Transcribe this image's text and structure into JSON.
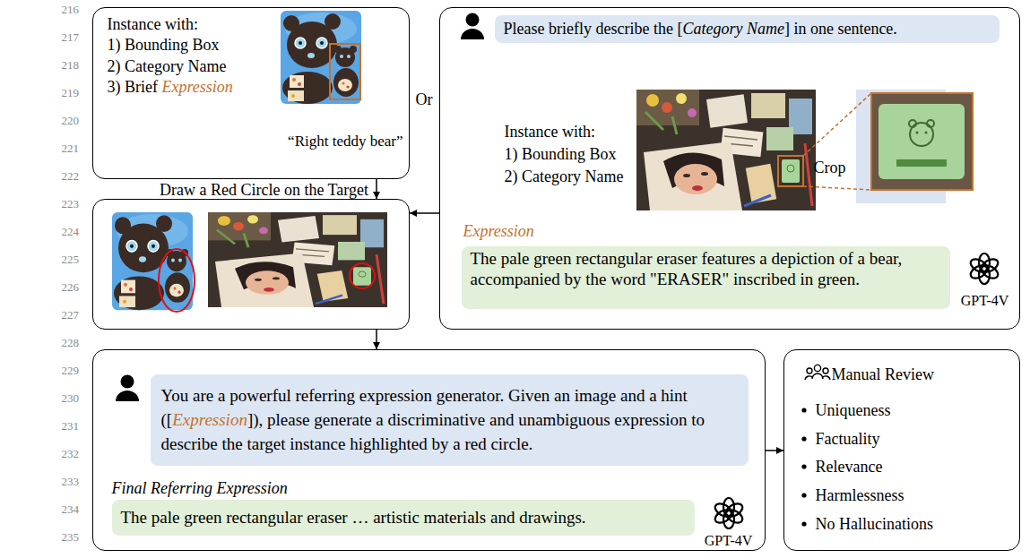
{
  "diagram": {
    "nodes": [
      {
        "text": [
          "Instance with:",
          "1) Bounding Box",
          "2) Category Name",
          "3) Brief",
          "Expression",
          "“Right teddy bear”"
        ]
      },
      {
        "text": [
          "Instance with:",
          "1) Bounding Box",
          "2) Category Name",
          "Crop",
          "Expression",
          "GPT-4V"
        ]
      },
      {
        "text": [
          "Please briefly describe the [",
          "Category Name",
          "] in one sentence."
        ],
        "in": 1
      },
      {
        "text": [
          "The pale green rectangular eraser features a depiction of a bear, accompanied by the word \"ERASER\" inscribed in green."
        ],
        "in": 1
      },
      {
        "text": []
      },
      {
        "text": [
          "Final Referring Expression",
          "GPT-4V"
        ]
      },
      {
        "text": [
          "You are a powerful referring expression generator. Given an image and a hint ([",
          "Expression",
          "]), please generate a discriminative and unambiguous expression to describe the target instance highlighted by a red circle."
        ],
        "in": 5
      },
      {
        "text": [
          "The pale green rectangular eraser … artistic materials and drawings."
        ],
        "in": 5
      },
      {
        "text": [
          "Manual Review",
          "Uniqueness",
          "Factuality",
          "Relevance",
          "Harmlessness",
          "No Hallucinations"
        ]
      }
    ],
    "edges": [
      {
        "from": 0,
        "to": 4,
        "label": "Draw a Red Circle on the Target",
        "arrow": "to"
      },
      {
        "from": 1,
        "to": 4,
        "arrow": "to"
      },
      {
        "from": 4,
        "to": 5,
        "arrow": "to"
      },
      {
        "from": 5,
        "to": 8,
        "arrow": "to"
      }
    ],
    "labels": [
      "216",
      "217",
      "218",
      "219",
      "220",
      "221",
      "222",
      "223",
      "224",
      "225",
      "226",
      "227",
      "228",
      "229",
      "230",
      "231",
      "232",
      "233",
      "234",
      "235",
      "Or"
    ]
  }
}
